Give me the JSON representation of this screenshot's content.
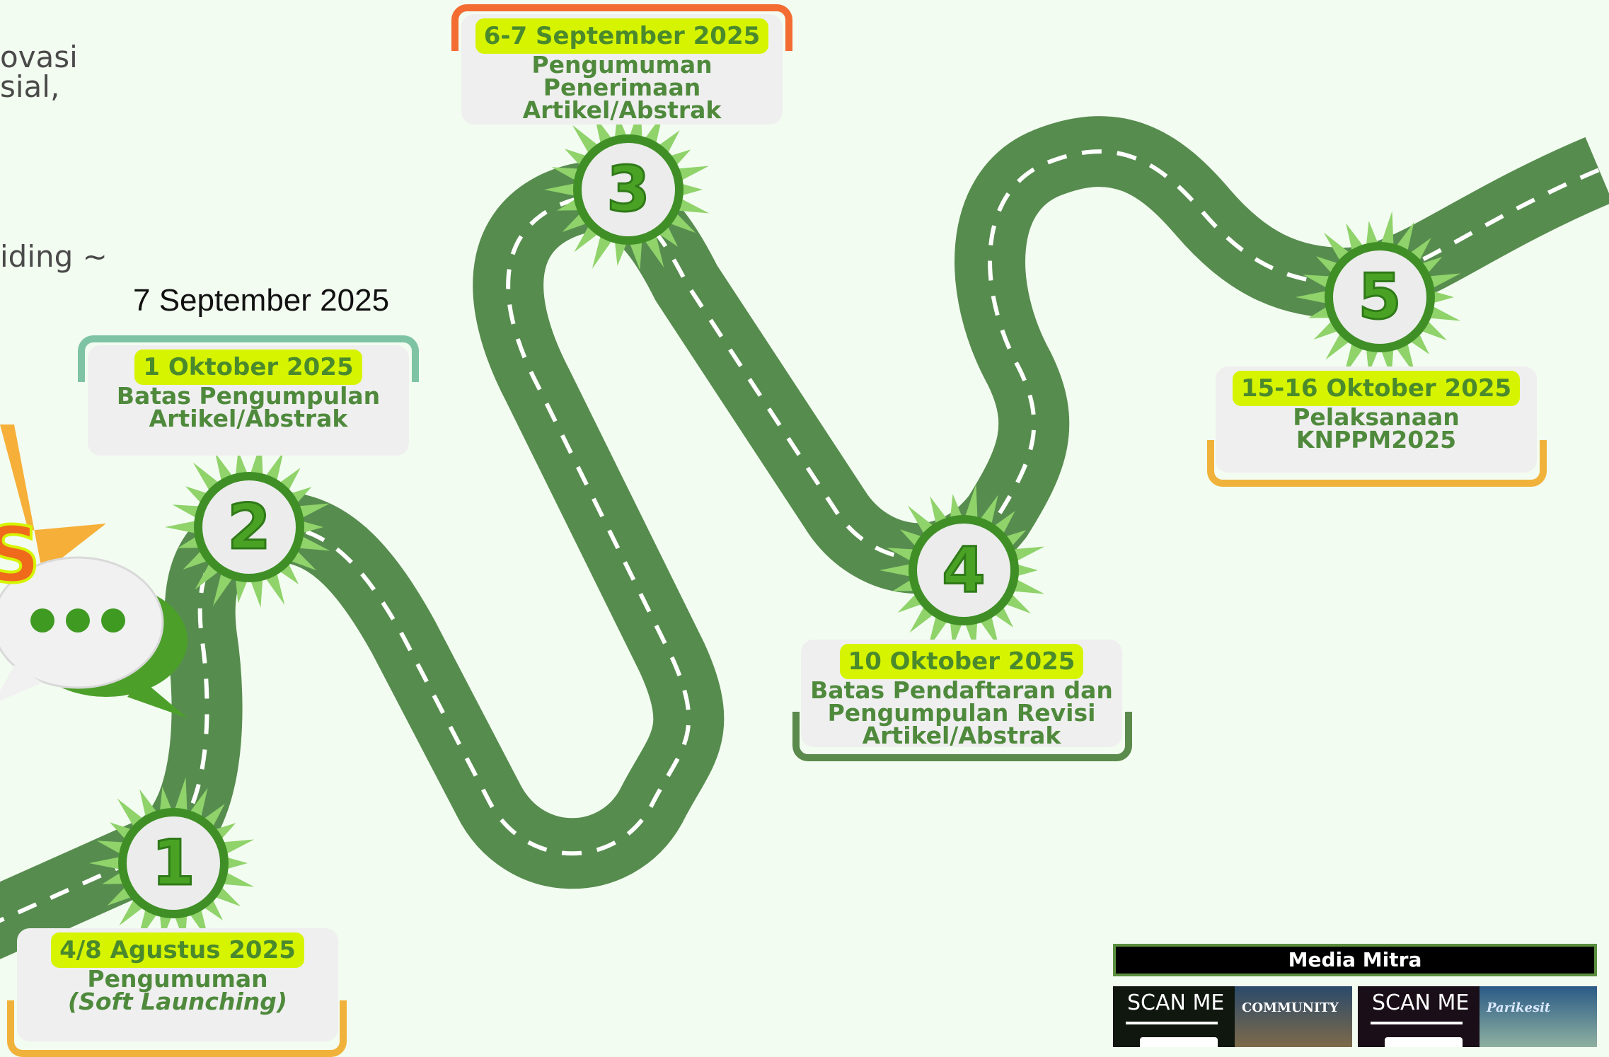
{
  "left_fragments": {
    "line1": "ovasi",
    "line2": "sial,",
    "line3": "iding ~"
  },
  "extra_date": "7 September 2025",
  "milestones": [
    {
      "number": "1",
      "date": "4/8 Agustus 2025",
      "desc1": "Pengumuman",
      "desc2": "(Soft Launching)",
      "frame_color": "#f0b23a"
    },
    {
      "number": "2",
      "date": "1 Oktober 2025",
      "desc1": "Batas Pengumpulan",
      "desc2": "Artikel/Abstrak",
      "frame_color": "#7ec4a4"
    },
    {
      "number": "3",
      "date": "6-7 September 2025",
      "desc1": "Pengumuman Penerimaan",
      "desc2": "Artikel/Abstrak",
      "frame_color": "#f36c32"
    },
    {
      "number": "4",
      "date": "10 Oktober 2025",
      "desc1": "Batas Pendaftaran dan",
      "desc2": "Pengumpulan Revisi",
      "desc3": "Artikel/Abstrak",
      "frame_color": "#5a8a4c"
    },
    {
      "number": "5",
      "date": "15-16 Oktober 2025",
      "desc1": "Pelaksanaan",
      "desc2": "KNPPM2025",
      "frame_color": "#f0b23a"
    }
  ],
  "partial_logo_letter": "S",
  "media_mitra": {
    "title": "Media Mitra",
    "tiles": [
      {
        "scan_label": "SCAN ME",
        "cover_text": "COMMUNITY"
      },
      {
        "scan_label": "SCAN ME",
        "cover_text": "Parikesit"
      }
    ]
  },
  "colors": {
    "road": "#578c4f",
    "background": "#f3fcf1",
    "pill": "#d6f400",
    "text_green": "#4f8a3c"
  }
}
